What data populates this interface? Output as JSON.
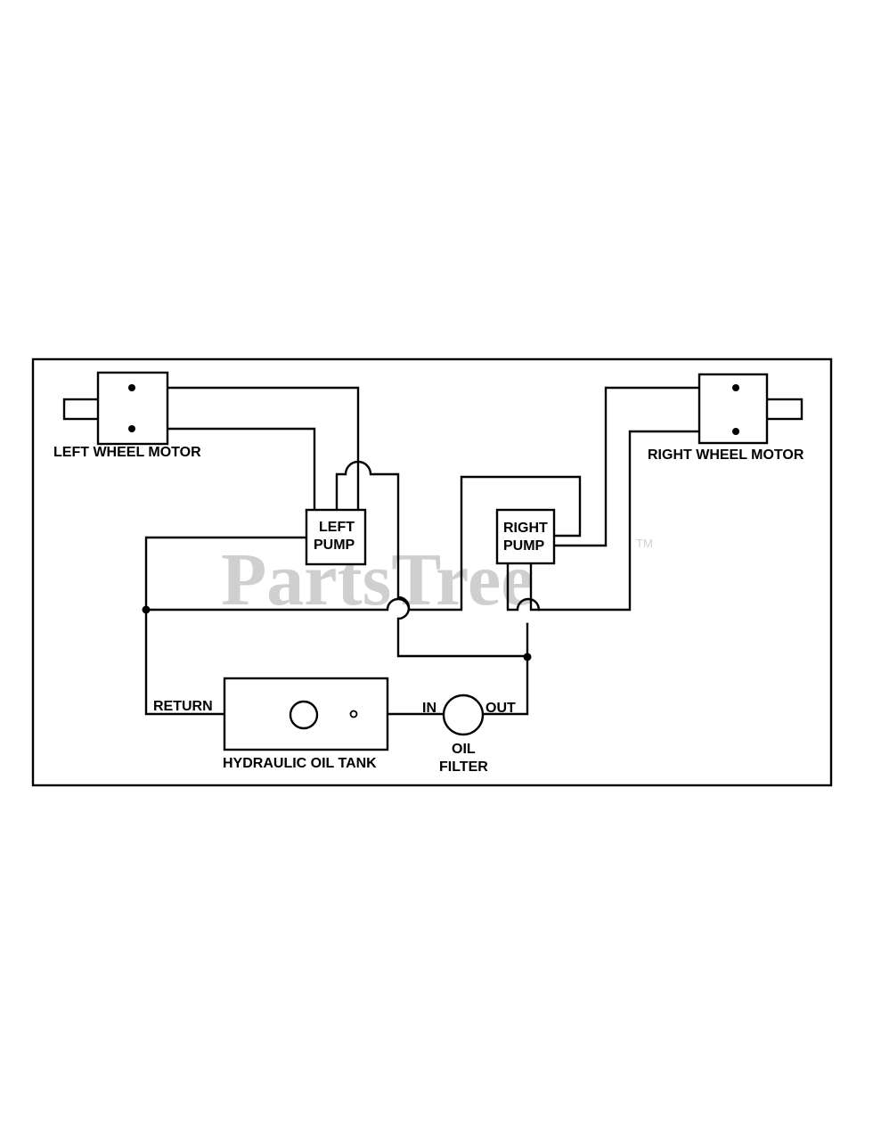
{
  "watermark": {
    "text": "PartsTree",
    "trademark": "TM"
  },
  "labels": {
    "left_wheel_motor": "LEFT WHEEL MOTOR",
    "right_wheel_motor": "RIGHT WHEEL MOTOR",
    "left_pump_line1": "LEFT",
    "left_pump_line2": "PUMP",
    "right_pump_line1": "RIGHT",
    "right_pump_line2": "PUMP",
    "return": "RETURN",
    "hydraulic_oil_tank": "HYDRAULIC OIL TANK",
    "in": "IN",
    "out": "OUT",
    "oil_filter_line1": "OIL",
    "oil_filter_line2": "FILTER"
  }
}
